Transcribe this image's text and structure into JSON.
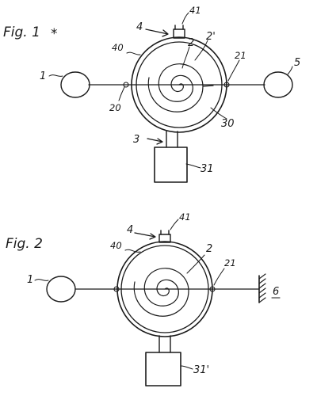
{
  "figure1": {
    "caption": "Fig. 1",
    "marker": "*",
    "labels": {
      "n1": "1",
      "n2": "2",
      "n2p": "2'",
      "n3": "3",
      "n4": "4",
      "n5": "5",
      "n20": "20",
      "n21": "21",
      "n30": "30",
      "n31": "31",
      "n40": "40",
      "n41": "41"
    }
  },
  "figure2": {
    "caption": "Fig. 2",
    "labels": {
      "n1": "1",
      "n2": "2",
      "n4": "4",
      "n6": "6",
      "n21": "21",
      "n31p": "31'",
      "n40": "40",
      "n41": "41"
    }
  }
}
